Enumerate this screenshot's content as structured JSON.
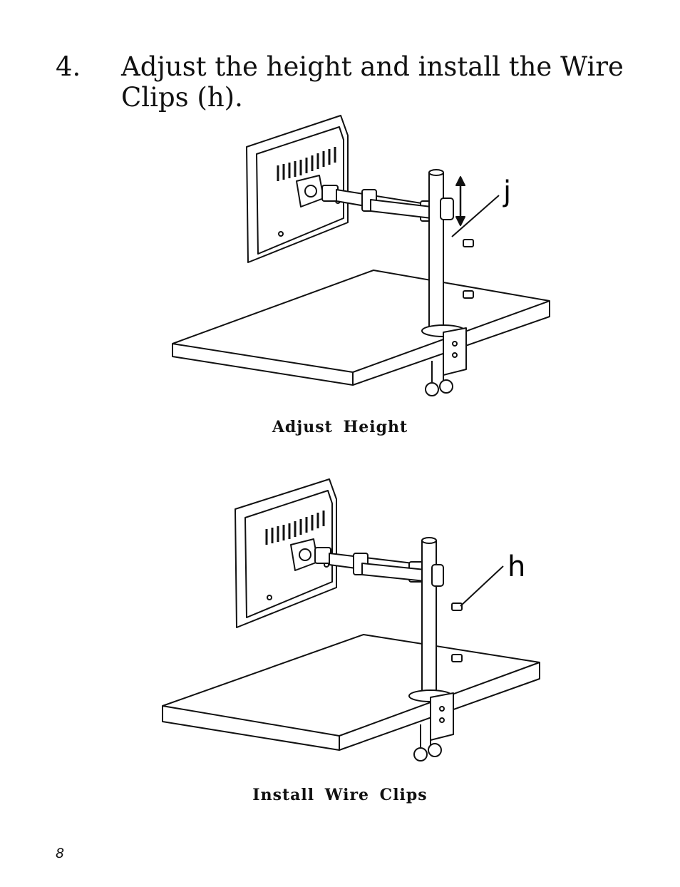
{
  "step": {
    "number": "4.",
    "text": "Adjust the height and install the Wire Clips (h)."
  },
  "figures": [
    {
      "caption": "Adjust  Height",
      "callout": "j"
    },
    {
      "caption": "Install  Wire  Clips",
      "callout": "h"
    }
  ],
  "page_number": "8"
}
